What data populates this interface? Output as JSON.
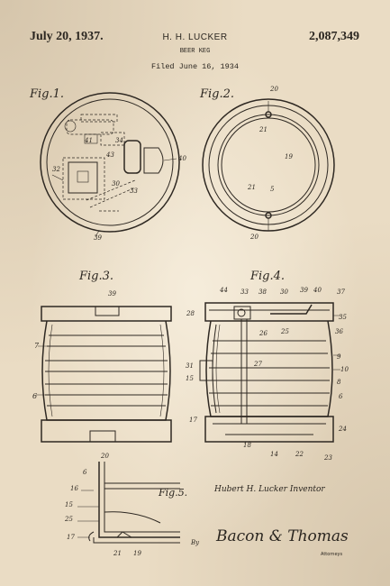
{
  "header": {
    "date": "July 20, 1937.",
    "inventor": "H. H. LUCKER",
    "patent_number": "2,087,349",
    "title": "BEER KEG",
    "filed": "Filed June 16, 1934"
  },
  "figures": {
    "fig1": "Fig.1.",
    "fig2": "Fig.2.",
    "fig3": "Fig.3.",
    "fig4": "Fig.4.",
    "fig5": "Fig.5."
  },
  "refs": {
    "fig1": [
      "41",
      "43",
      "34",
      "32",
      "30",
      "33",
      "40",
      "39"
    ],
    "fig2": [
      "20",
      "21",
      "19",
      "21",
      "5",
      "20"
    ],
    "fig3": [
      "39",
      "7",
      "6",
      "20"
    ],
    "fig4": [
      "44",
      "33",
      "38",
      "30",
      "39",
      "40",
      "37",
      "28",
      "26",
      "25",
      "35",
      "36",
      "31",
      "15",
      "27",
      "9",
      "10",
      "8",
      "6",
      "17",
      "24",
      "18",
      "14",
      "22",
      "23"
    ],
    "fig5": [
      "6",
      "16",
      "15",
      "25",
      "17",
      "21",
      "19"
    ]
  },
  "signatures": {
    "inventor": "Hubert H. Lucker  Inventor",
    "by": "By",
    "attorney": "Bacon & Thomas",
    "attorney_label": "Attorneys"
  }
}
